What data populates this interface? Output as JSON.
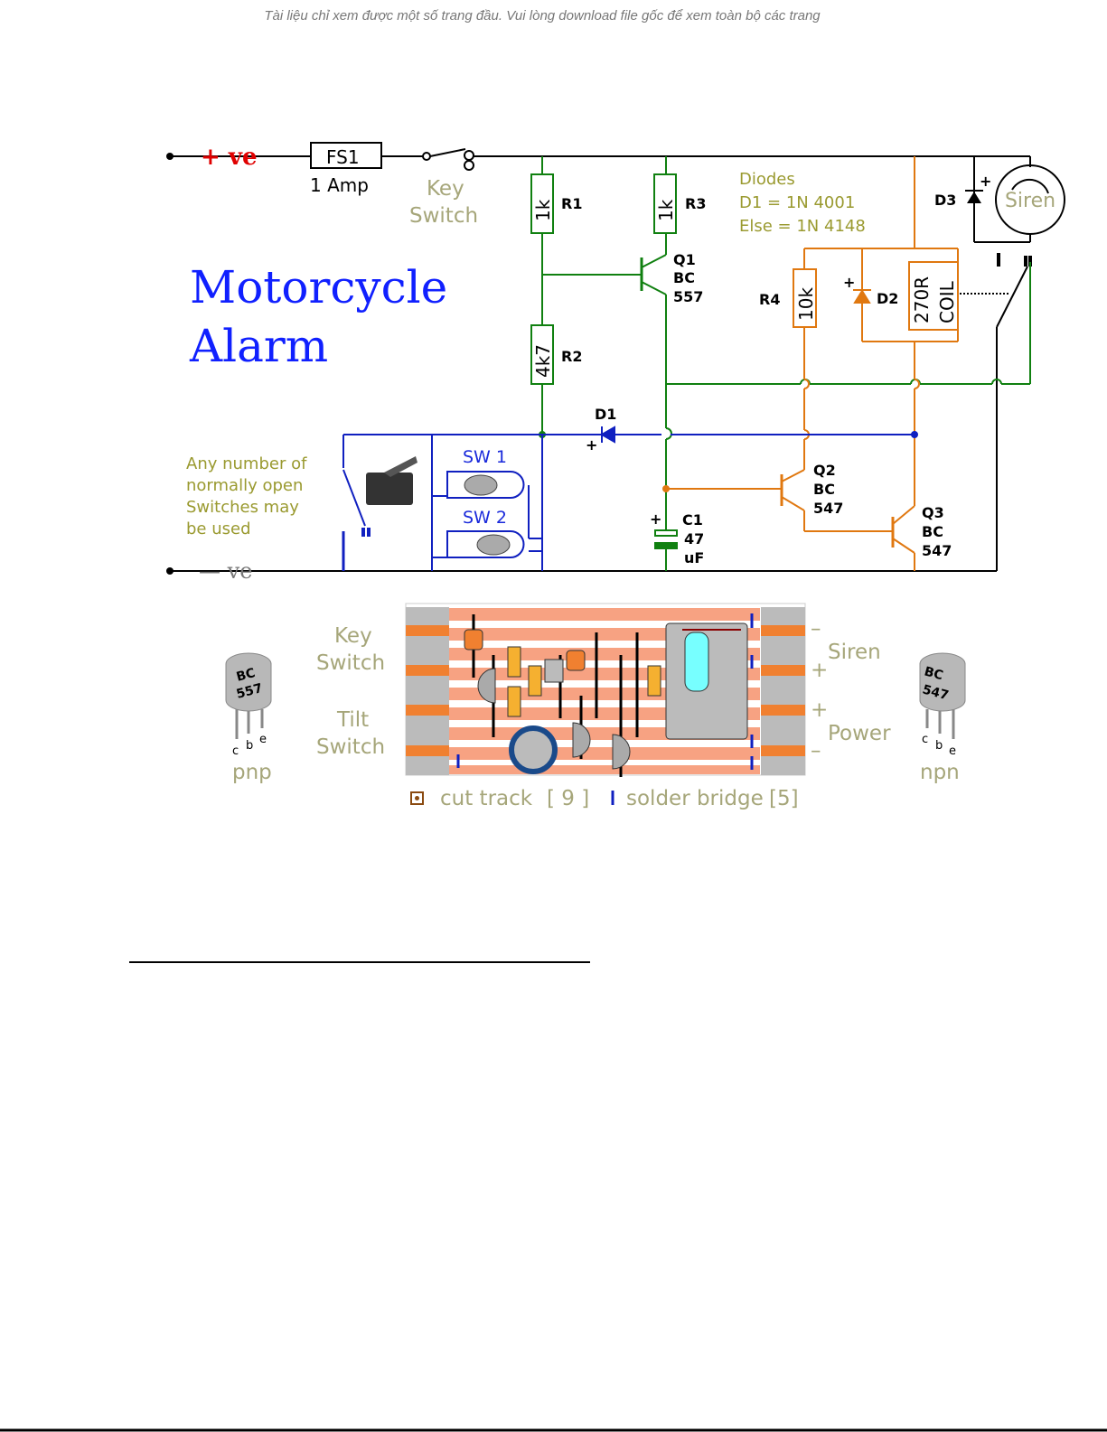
{
  "watermark": "Tài liệu chỉ xem được một số trang đầu. Vui lòng download file gốc để xem toàn bộ các trang",
  "title": {
    "line1": "Motorcycle",
    "line2": "Alarm"
  },
  "supply": {
    "positive": "+ ve",
    "negative": "— ve"
  },
  "fuse": {
    "name": "FS1",
    "rating": "1 Amp"
  },
  "key_switch": {
    "line1": "Key",
    "line2": "Switch"
  },
  "resistors": {
    "r1": {
      "name": "R1",
      "value": "1k"
    },
    "r2": {
      "name": "R2",
      "value": "4k7"
    },
    "r3": {
      "name": "R3",
      "value": "1k"
    },
    "r4": {
      "name": "R4",
      "value": "10k"
    }
  },
  "transistors": {
    "q1": {
      "name": "Q1",
      "type1": "BC",
      "type2": "557"
    },
    "q2": {
      "name": "Q2",
      "type1": "BC",
      "type2": "547"
    },
    "q3": {
      "name": "Q3",
      "type1": "BC",
      "type2": "547"
    }
  },
  "diodes_note": {
    "heading": "Diodes",
    "d1": "D1 = 1N 4001",
    "else": "Else = 1N 4148"
  },
  "diode_labels": {
    "d1": "D1",
    "d2": "D2",
    "d3": "D3"
  },
  "relay": {
    "line1": "270R",
    "line2": "COIL"
  },
  "siren": "Siren",
  "capacitor": {
    "name": "C1",
    "value": "47",
    "unit": "uF"
  },
  "switches": {
    "sw1": "SW 1",
    "sw2": "SW 2"
  },
  "switch_note": [
    "Any number of",
    "normally open",
    "Switches may",
    "be used"
  ],
  "stripboard": {
    "left_labels": {
      "key1": "Key",
      "key2": "Switch",
      "tilt1": "Tilt",
      "tilt2": "Switch"
    },
    "right_labels": {
      "siren": "Siren",
      "power": "Power",
      "minus1": "–",
      "plus1": "+",
      "plus2": "+",
      "minus2": "–"
    },
    "legend": {
      "cut_track": "cut track",
      "cut_count": "[ 9 ]",
      "solder_bridge": "solder bridge",
      "bridge_count": "[5]"
    }
  },
  "pinouts": {
    "pnp": {
      "marking1": "BC",
      "marking2": "557",
      "pins": [
        "c",
        "b",
        "e"
      ],
      "type": "pnp"
    },
    "npn": {
      "marking1": "BC",
      "marking2": "547",
      "pins": [
        "c",
        "b",
        "e"
      ],
      "type": "npn"
    }
  },
  "colors": {
    "green": "#108010",
    "blue": "#1020c0",
    "orange": "#e07810",
    "olive": "#9a9a30"
  }
}
